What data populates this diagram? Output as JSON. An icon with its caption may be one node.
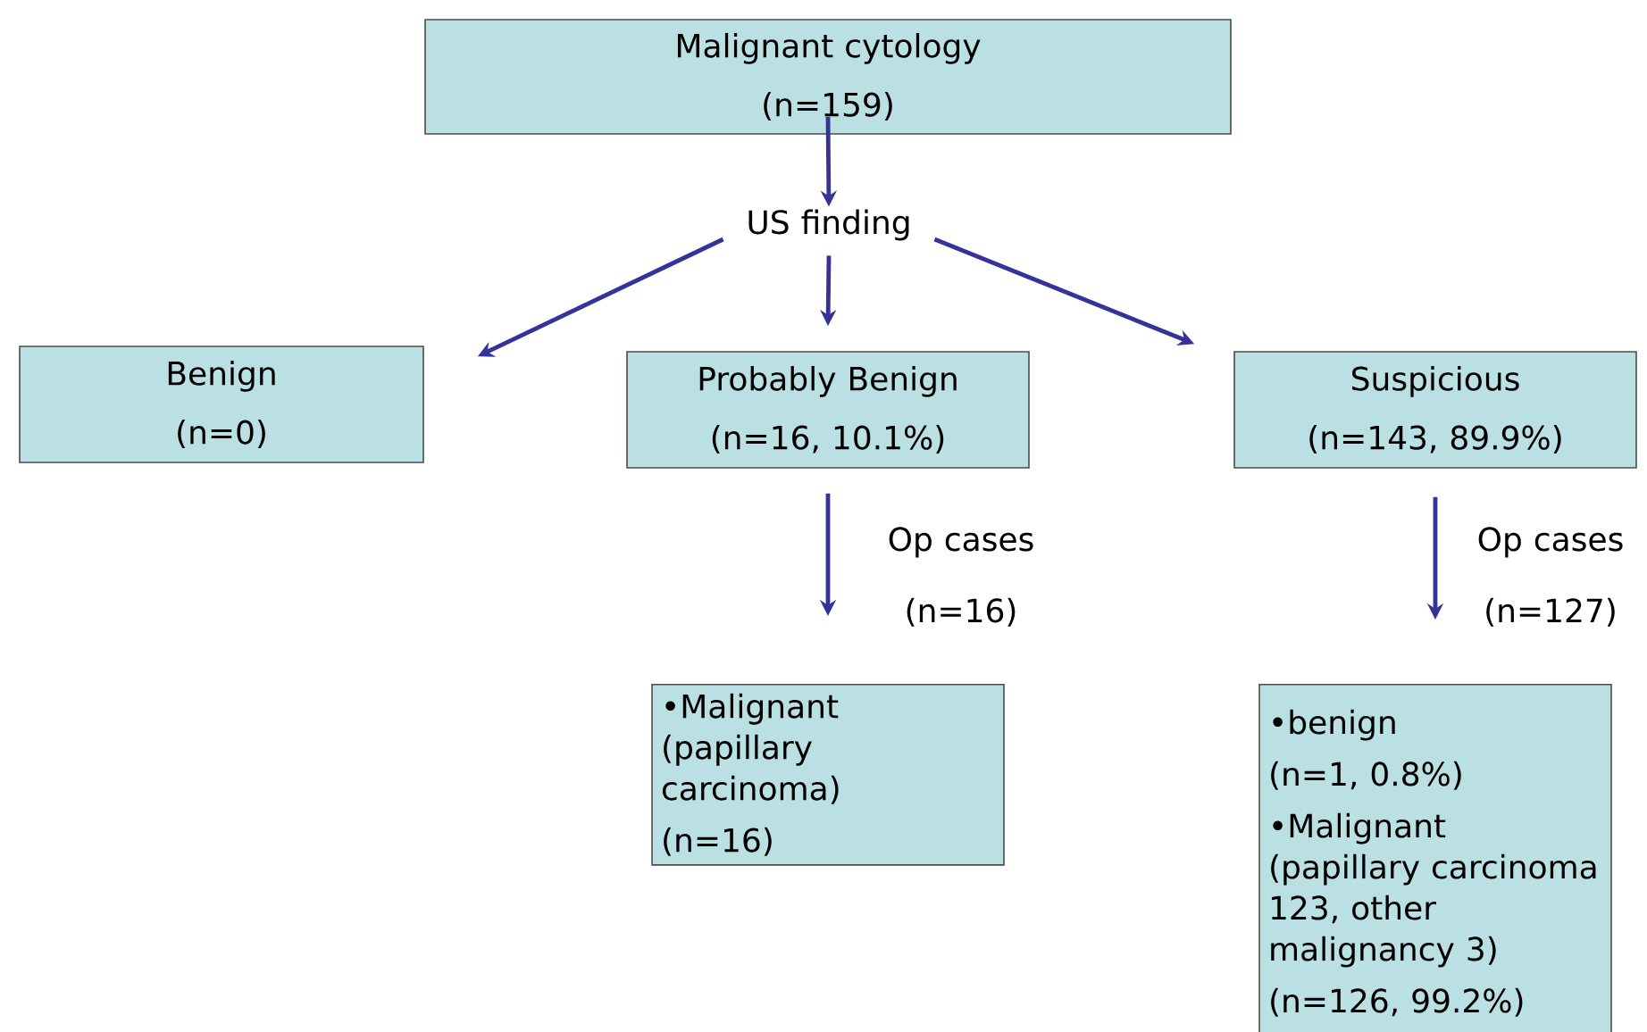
{
  "diagram": {
    "nodes": [
      {
        "text": [
          "Malignant cytology",
          "(n=159)"
        ]
      },
      {
        "text": [
          "US finding"
        ]
      },
      {
        "text": [
          "Benign",
          "(n=0)"
        ]
      },
      {
        "text": [
          "Probably Benign",
          "(n=16, 10.1%)"
        ]
      },
      {
        "text": [
          "Suspicious",
          "(n=143, 89.9%)"
        ]
      },
      {
        "text": [
          "•Malignant (papillary carcinoma)",
          "(n=16)"
        ]
      },
      {
        "text": [
          "•benign",
          "(n=1, 0.8%)",
          "•Malignant (papillary carcinoma 123, other malignancy 3)",
          "(n=126, 99.2%)"
        ]
      }
    ],
    "edges": [
      {
        "from": 0,
        "to": 1,
        "arrow": "to"
      },
      {
        "from": 1,
        "to": 2,
        "arrow": "to"
      },
      {
        "from": 1,
        "to": 3,
        "arrow": "to"
      },
      {
        "from": 1,
        "to": 4,
        "arrow": "to"
      },
      {
        "from": 3,
        "to": 5,
        "arrow": "to",
        "label": "Op cases (n=16)"
      },
      {
        "from": 4,
        "to": 6,
        "arrow": "to",
        "label": "Op cases (n=127)"
      }
    ]
  }
}
